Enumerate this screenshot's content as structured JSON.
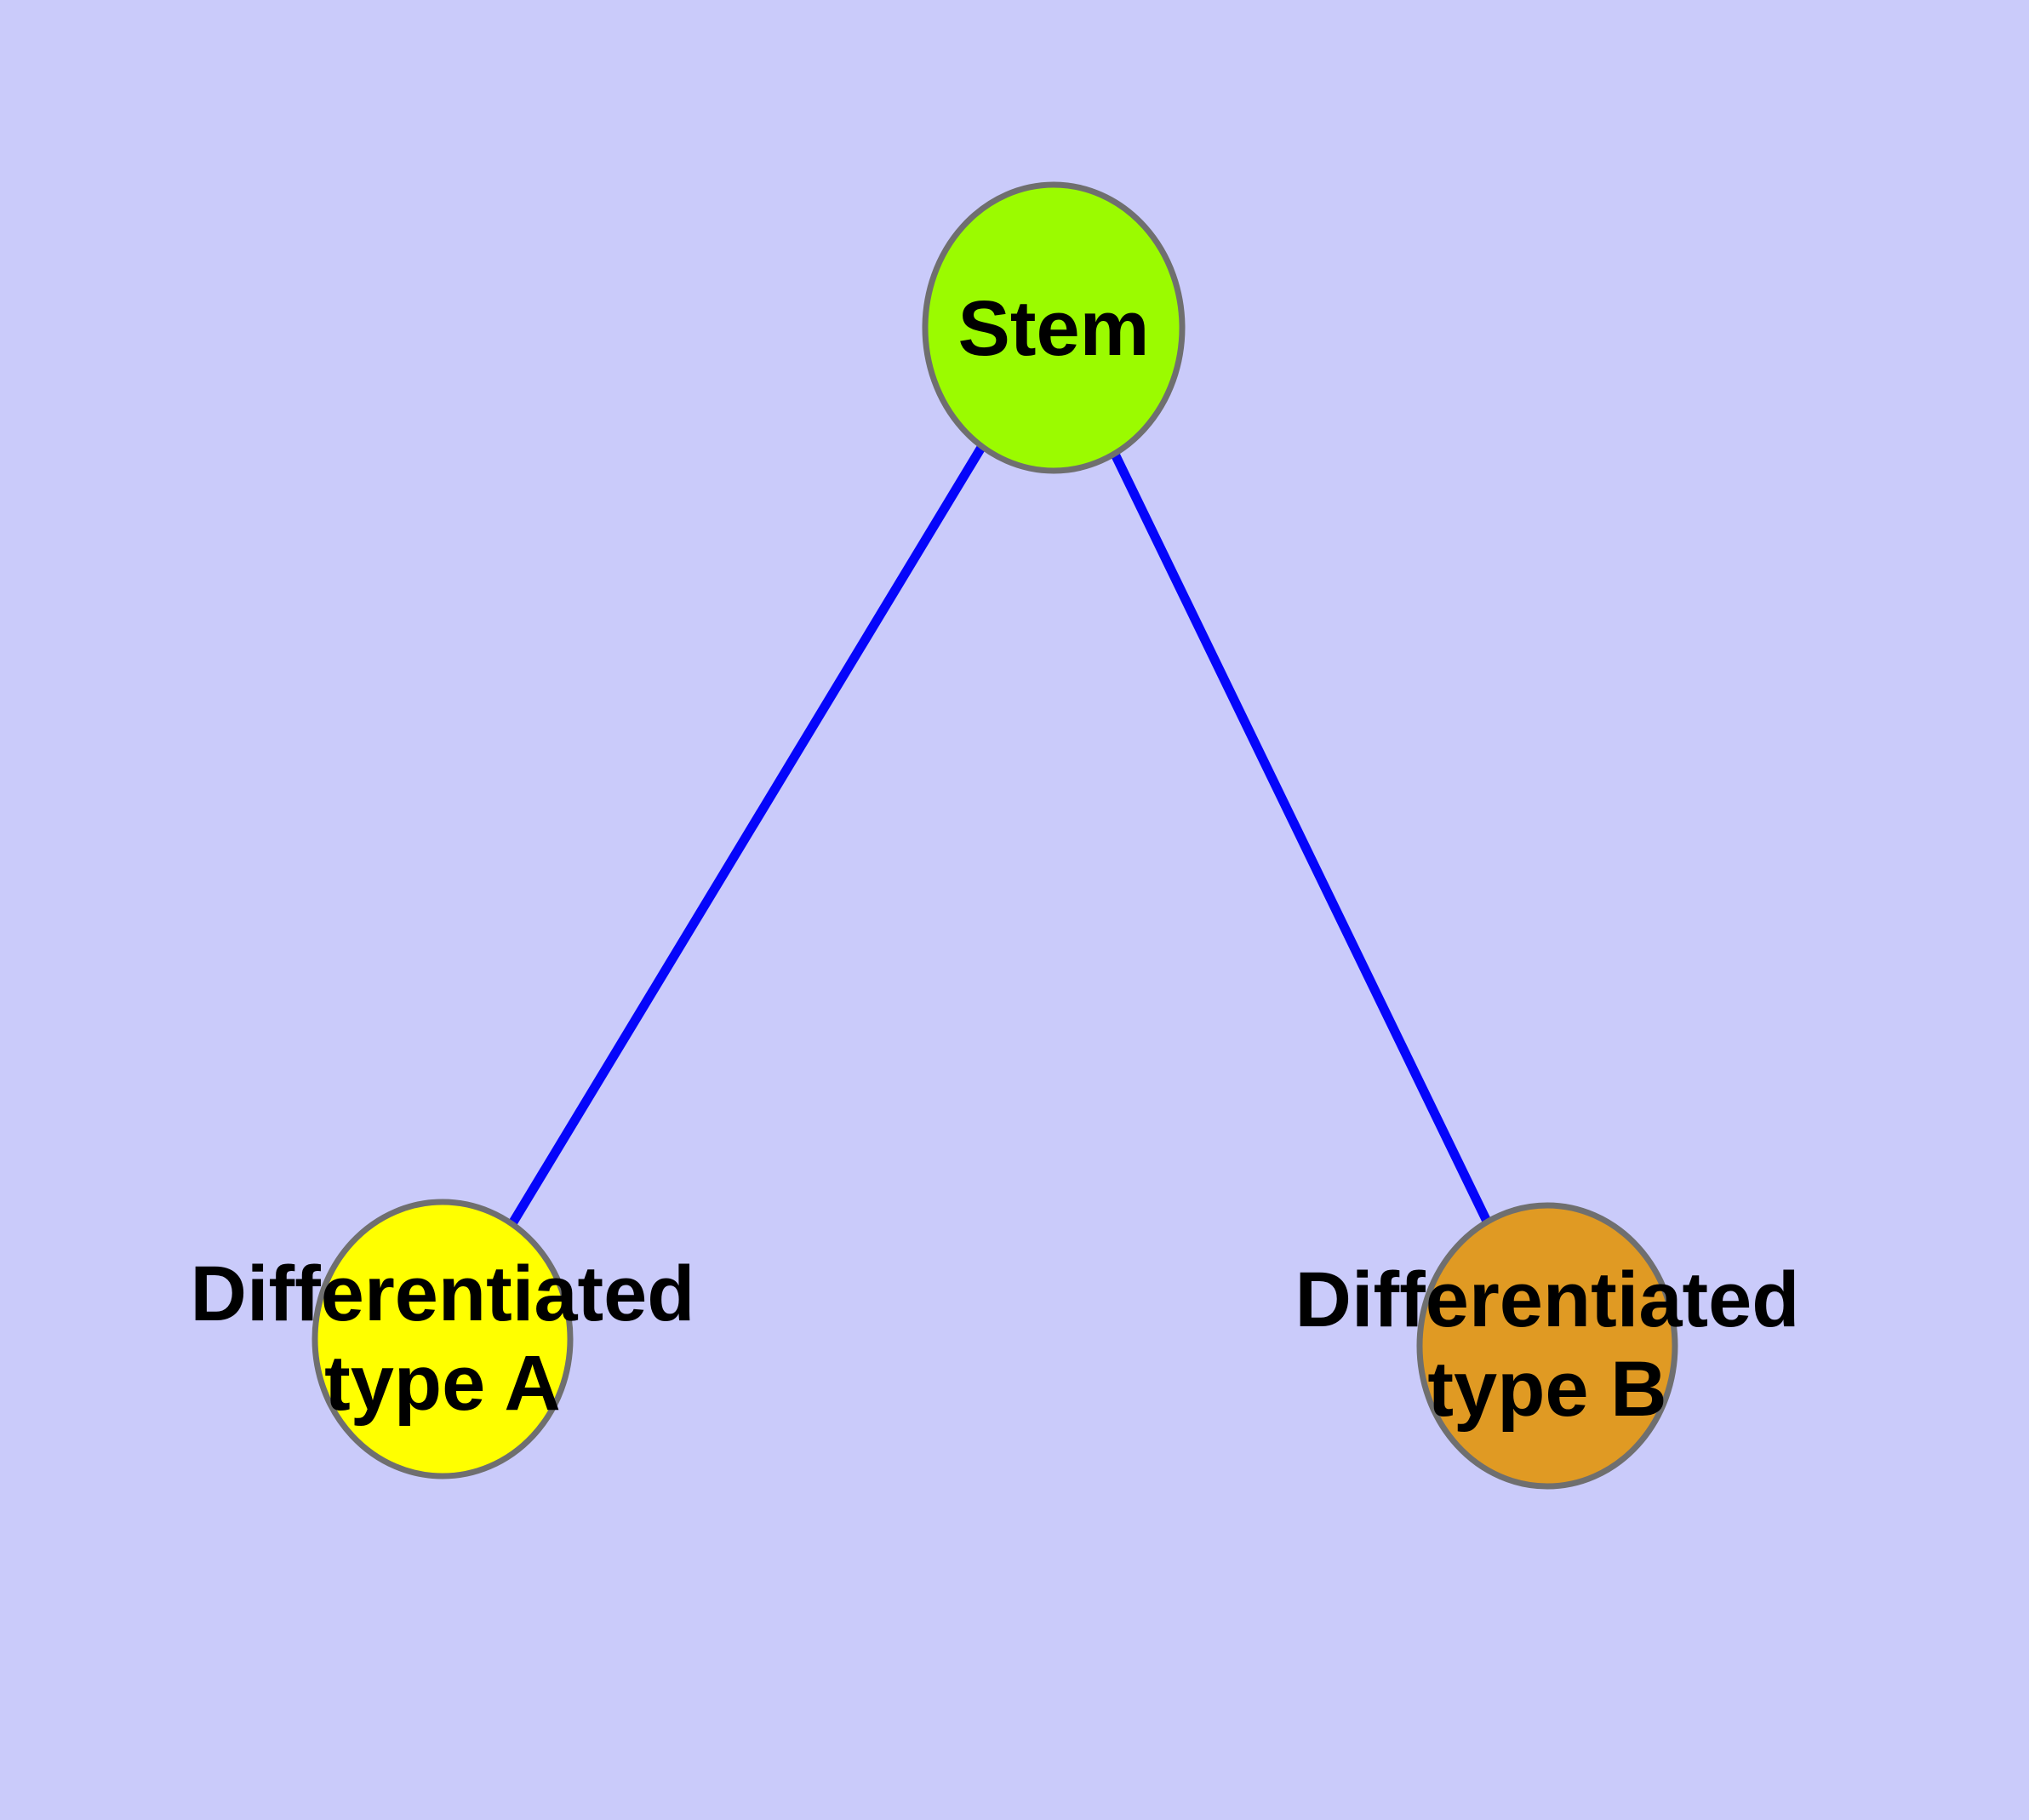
{
  "diagram": {
    "description": "Cell differentiation graph: a stem cell node connected to two differentiated cell-type nodes",
    "colors": {
      "background": "#CACBFA",
      "edge": "#0505FA",
      "node_border": "#6F6F6F",
      "label_text": "#000000",
      "stem_fill": "#9BFB00",
      "type_a_fill": "#FFFF00",
      "type_b_fill": "#E09A23"
    },
    "nodes": [
      {
        "id": "stem",
        "label": "Stem",
        "line1": "Stem",
        "line2": "",
        "fill": "#9BFB00"
      },
      {
        "id": "type-a",
        "label": "Differentiated type A",
        "line1": "Differentiated",
        "line2": "type A",
        "fill": "#FFFF00"
      },
      {
        "id": "type-b",
        "label": "Differentiated type B",
        "line1": "Differentiated",
        "line2": "type B",
        "fill": "#E09A23"
      }
    ],
    "edges": [
      {
        "from": "Stem",
        "to": "Differentiated type A"
      },
      {
        "from": "Stem",
        "to": "Differentiated type B"
      }
    ]
  }
}
